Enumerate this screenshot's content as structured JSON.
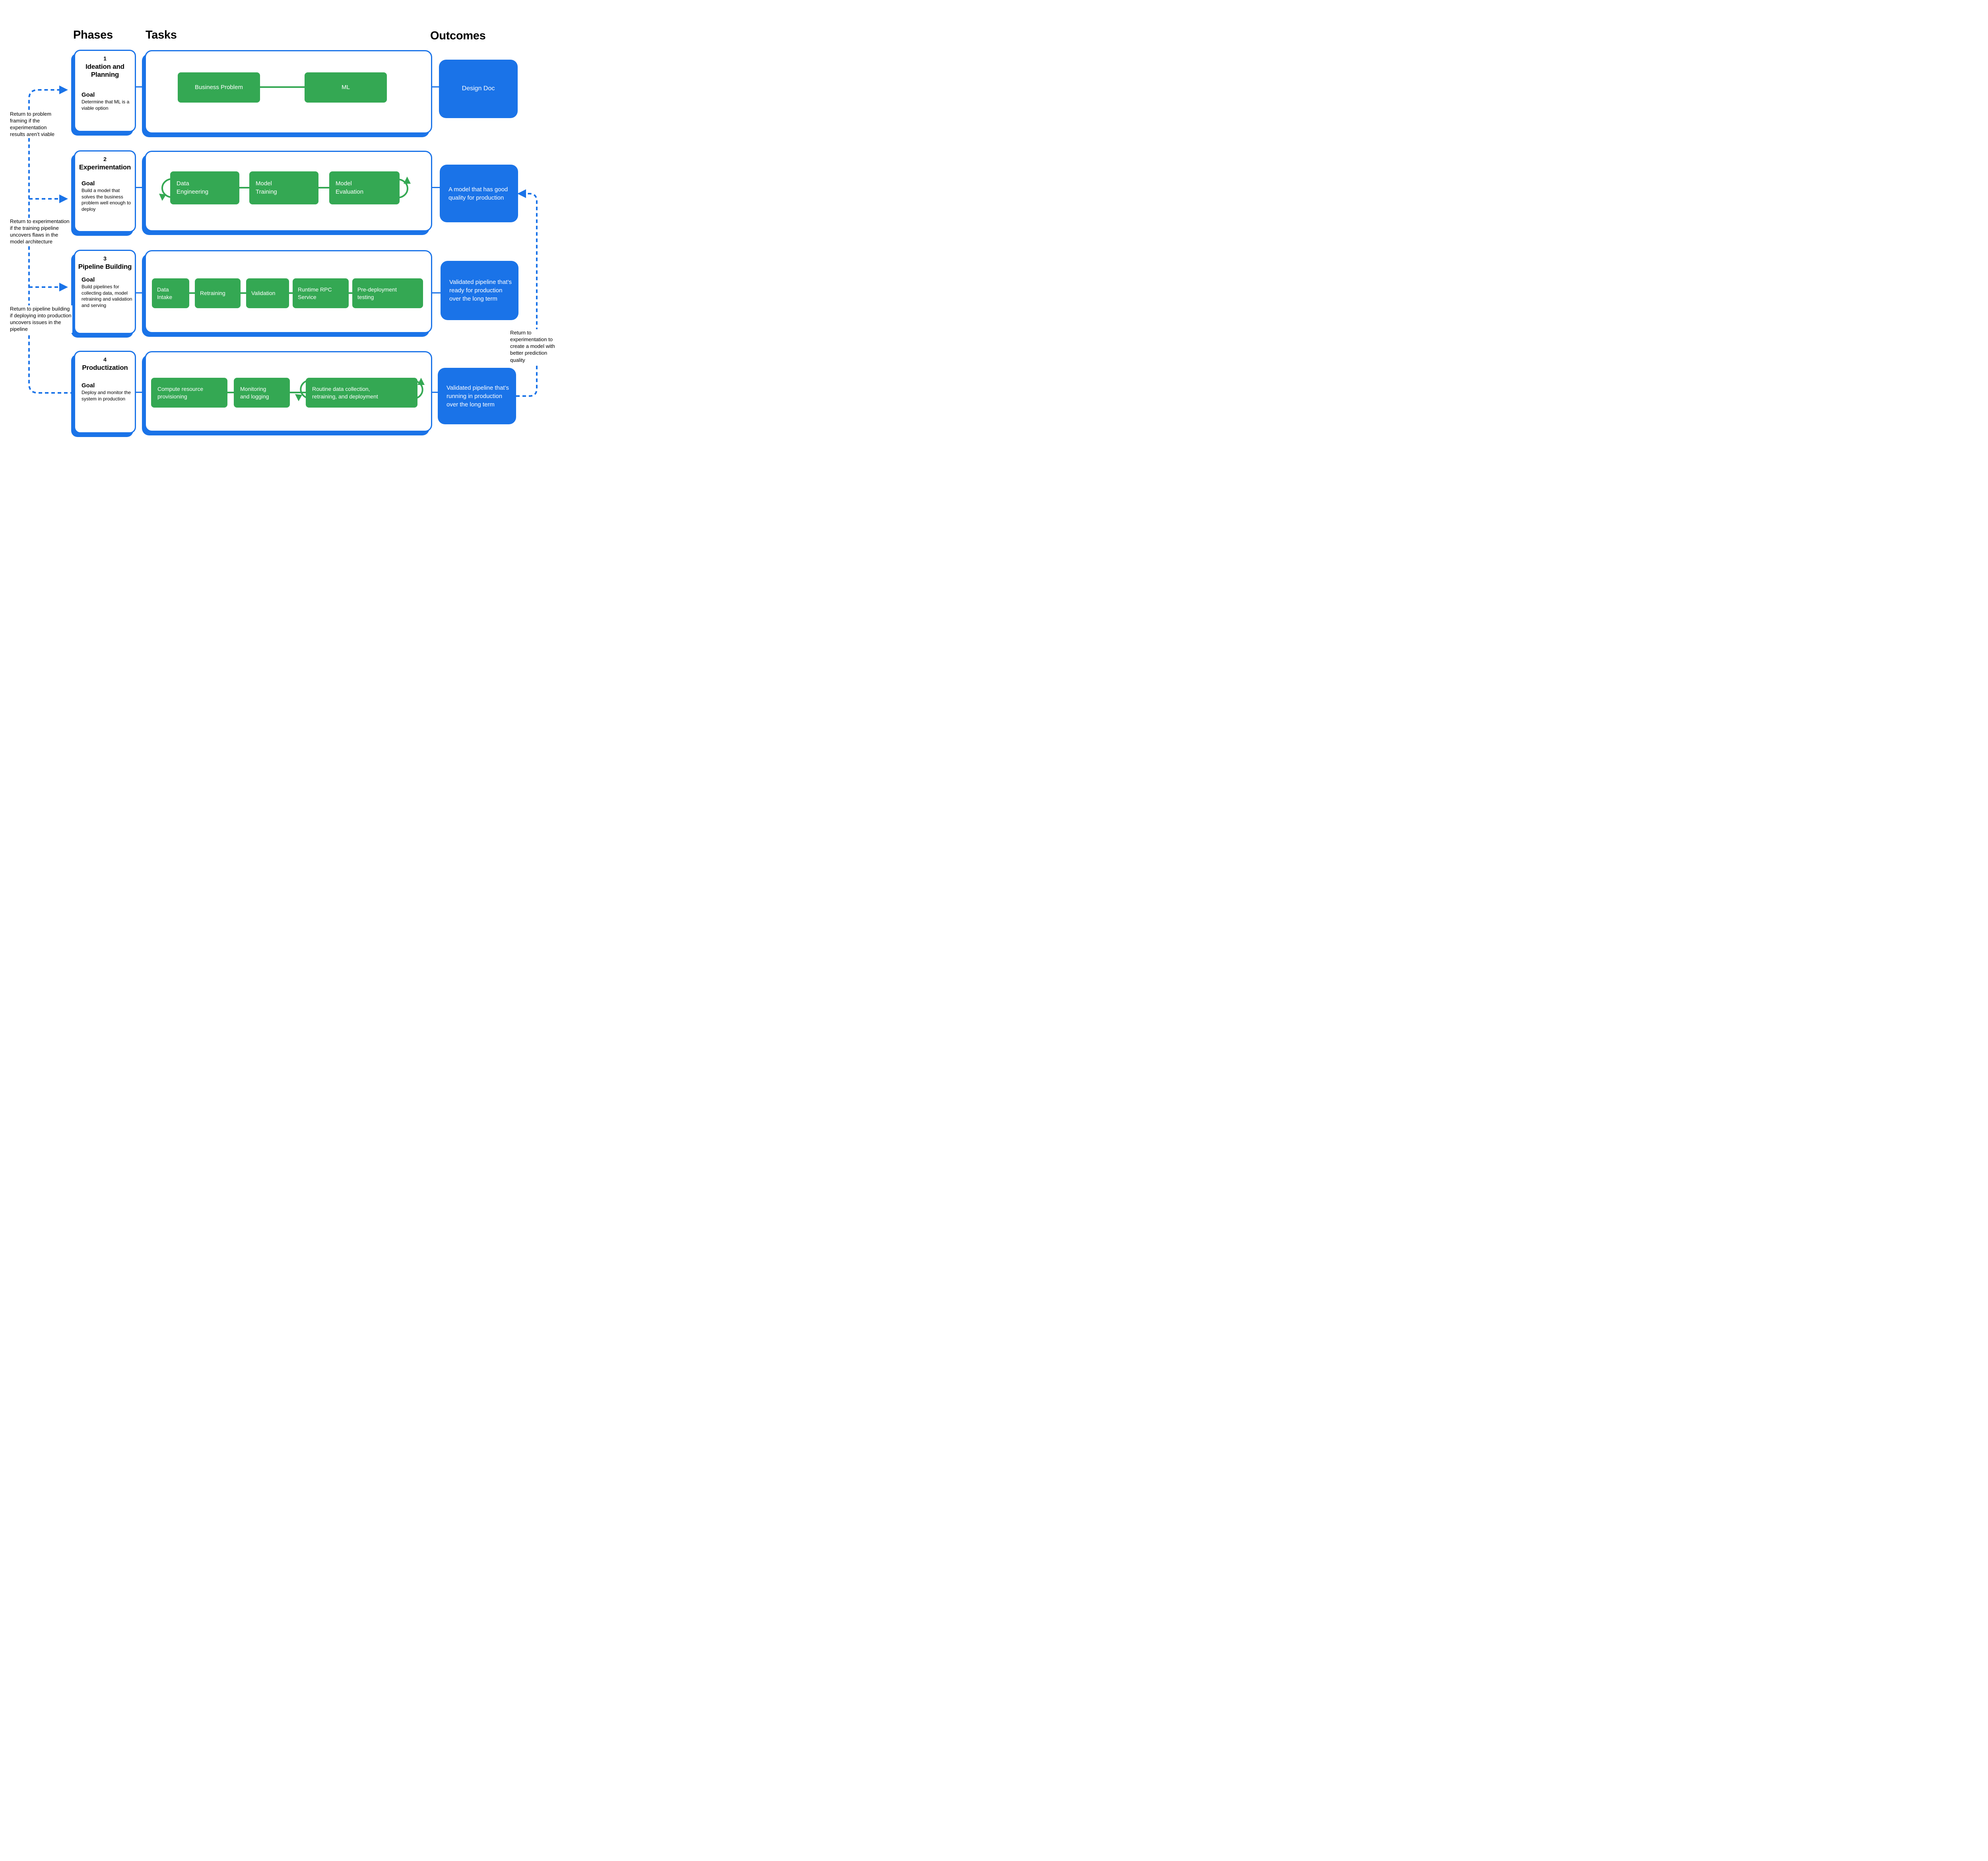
{
  "header": {
    "phases": "Phases",
    "tasks": "Tasks",
    "outcomes": "Outcomes"
  },
  "colors": {
    "blue": "#1A73E8",
    "green": "#34A853",
    "text": "#000000",
    "box_text": "#ffffff"
  },
  "phases": [
    {
      "number": "1",
      "title": "Ideation and Planning",
      "goal_label": "Goal",
      "goal": "Determine that ML is a viable option",
      "tasks": [
        "Business Problem",
        "ML"
      ],
      "outcome": "Design Doc"
    },
    {
      "number": "2",
      "title": "Experimentation",
      "goal_label": "Goal",
      "goal": "Build a model that solves the business problem well enough to deploy",
      "tasks": [
        "Data Engineering",
        "Model Training",
        "Model Evaluation"
      ],
      "outcome": "A model that has good quality for production"
    },
    {
      "number": "3",
      "title": "Pipeline Building",
      "goal_label": "Goal",
      "goal": "Build pipelines for collecting data, model retraining and validation and serving",
      "tasks": [
        "Data Intake",
        "Retraining",
        "Validation",
        "Runtime RPC Service",
        "Pre-deployment testing"
      ],
      "outcome": "Validated pipeline that’s ready for production over the long term"
    },
    {
      "number": "4",
      "title": "Productization",
      "goal_label": "Goal",
      "goal": "Deploy and monitor the system in production",
      "tasks": [
        "Compute resource provisioning",
        "Monitoring and logging",
        "Routine data collection, retraining, and deployment"
      ],
      "outcome": "Validated pipeline that’s running in production over the long term"
    }
  ],
  "annotations": {
    "left": [
      "Return to problem framing if the experimentation results aren’t viable",
      "Return to experimentation if the training pipeline uncovers flaws in the model architecture",
      "Return to pipeline building if deploying into production uncovers issues in the pipeline"
    ],
    "right": "Return to experimentation to create a model with better prediction quality"
  }
}
